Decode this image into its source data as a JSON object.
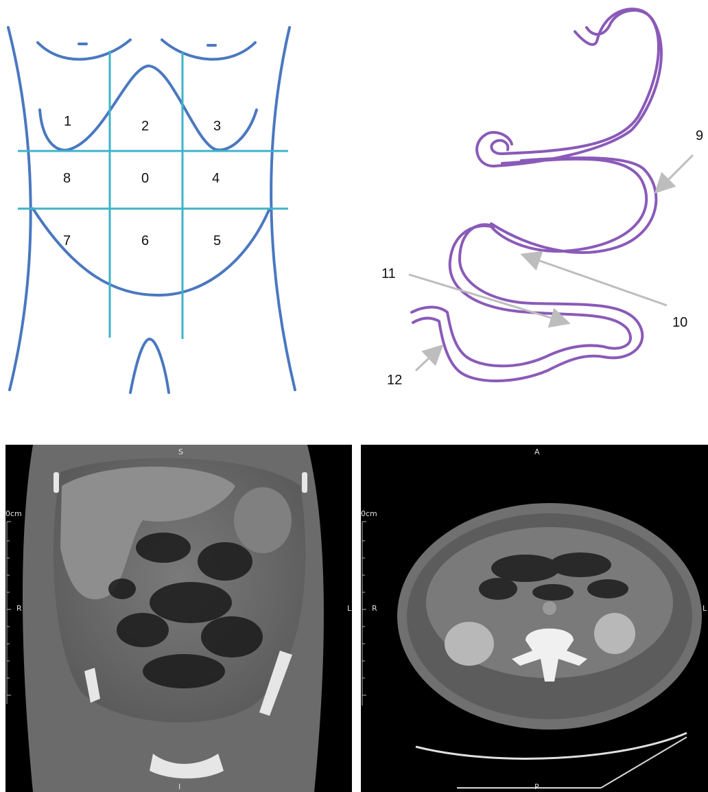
{
  "abdomen_diagram": {
    "regions": [
      {
        "id": "r1",
        "label": "1"
      },
      {
        "id": "r2",
        "label": "2"
      },
      {
        "id": "r3",
        "label": "3"
      },
      {
        "id": "r8",
        "label": "8"
      },
      {
        "id": "r0",
        "label": "0"
      },
      {
        "id": "r4",
        "label": "4"
      },
      {
        "id": "r7",
        "label": "7"
      },
      {
        "id": "r6",
        "label": "6"
      },
      {
        "id": "r5",
        "label": "5"
      }
    ],
    "colors": {
      "body_outline": "#4a78c0",
      "grid_lines": "#3fb3c7"
    }
  },
  "intestine_diagram": {
    "callouts": [
      {
        "id": "c9",
        "label": "9"
      },
      {
        "id": "c10",
        "label": "10"
      },
      {
        "id": "c11",
        "label": "11"
      },
      {
        "id": "c12",
        "label": "12"
      }
    ],
    "colors": {
      "tube": "#8a5ab8",
      "arrows": "#bdbdbd"
    }
  },
  "ct_coronal": {
    "top": "S",
    "bottom": "I",
    "left": "R",
    "right": "L",
    "scale": "0cm"
  },
  "ct_axial": {
    "top": "A",
    "bottom": "P",
    "left": "R",
    "right": "L",
    "scale": "0cm"
  }
}
